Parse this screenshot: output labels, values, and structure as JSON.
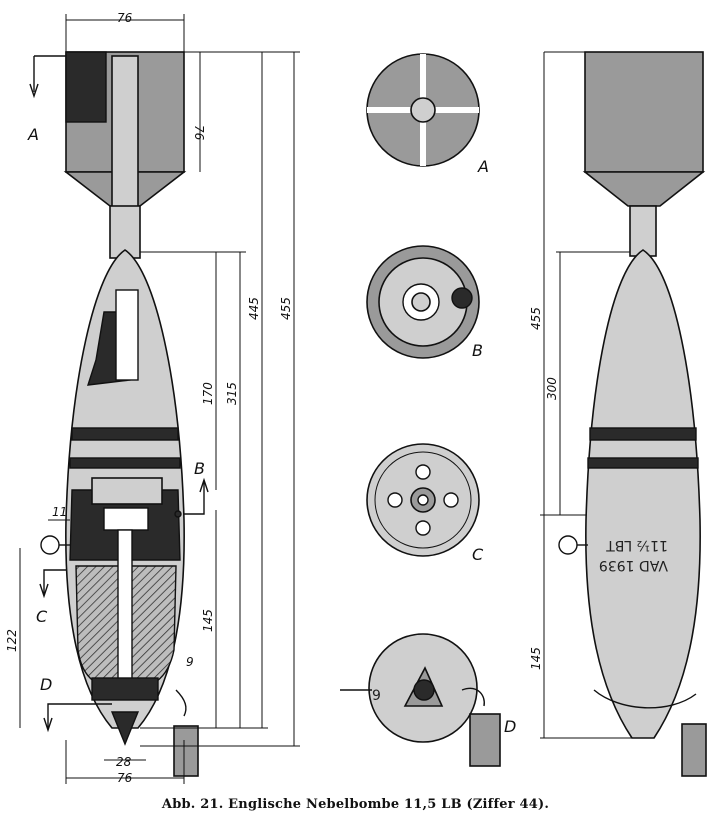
{
  "caption": "Abb. 21. Englische Nebelbombe 11,5 LB (Ziffer 44).",
  "section_view": {
    "dimensions": [
      "76",
      "76",
      "445",
      "455",
      "170",
      "315",
      "145",
      "11",
      "122",
      "9",
      "28",
      "76"
    ],
    "section_labels": [
      "A",
      "B",
      "C",
      "D"
    ]
  },
  "end_views": {
    "labels": [
      "A",
      "B",
      "C",
      "D"
    ]
  },
  "exterior_view": {
    "dimensions": [
      "455",
      "300",
      "145"
    ],
    "body_marking": [
      "11½ LBT",
      "VAD 1939"
    ]
  }
}
